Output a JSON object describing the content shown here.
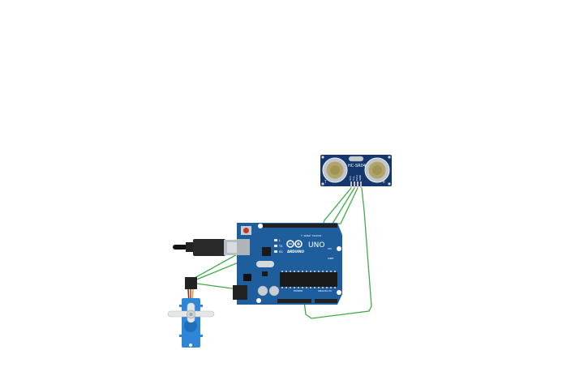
{
  "canvas": {
    "components": [
      {
        "id": "ultrasonic_sensor",
        "model_label": "HC-SR04",
        "pins": [
          "VCC",
          "Trig",
          "Echo",
          "GND"
        ],
        "corner_marks": [
          "T",
          "R"
        ]
      },
      {
        "id": "arduino_board",
        "brand_label": "ARDUINO",
        "model_label": "UNO",
        "digital_header_label": "DIGITAL (PWM~)",
        "power_header_label": "POWER",
        "analog_header_label": "ANALOG IN",
        "on_led_label": "ON",
        "tx_label": "TX",
        "rx_label": "RX",
        "l_label": "L",
        "ioref_label": "IOREF"
      },
      {
        "id": "usb_cable"
      },
      {
        "id": "servo_motor"
      }
    ],
    "colors": {
      "board_blue": "#1f5e9c",
      "sensor_blue": "#14376e",
      "wire_green": "#3faa48",
      "servo_blue": "#2f86d6",
      "header_black": "#222222"
    }
  }
}
